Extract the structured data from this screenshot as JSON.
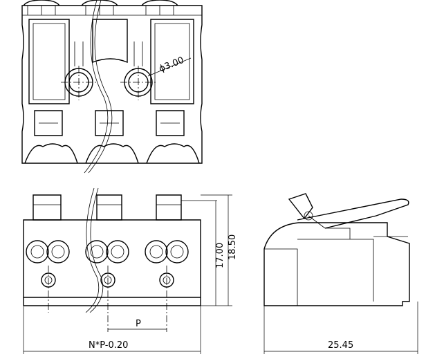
{
  "drawing": {
    "dimensions": {
      "hole_diameter": "ϕ3.00",
      "height_body": "17.00",
      "height_total": "18.50",
      "pitch": "P",
      "overall_width": "N*P-0.20",
      "depth": "25.45"
    }
  },
  "colors": {
    "line": "#000000",
    "background": "#ffffff"
  }
}
